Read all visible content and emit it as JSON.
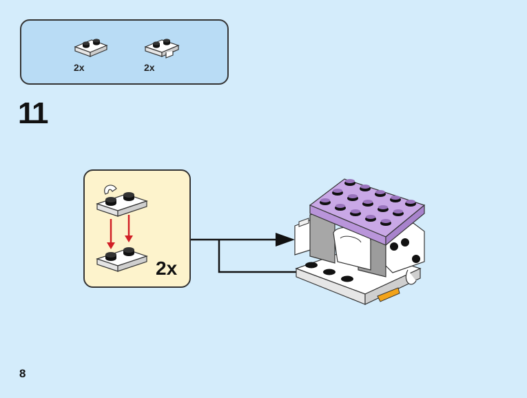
{
  "parts_list": {
    "items": [
      {
        "name": "plate-1x2-white",
        "quantity": "2x"
      },
      {
        "name": "plate-1x2-clip-white",
        "quantity": "2x"
      }
    ]
  },
  "step": {
    "number": "11"
  },
  "subassembly": {
    "quantity": "2x"
  },
  "page": {
    "number": "8"
  },
  "colors": {
    "background": "#d4ecfb",
    "parts_box": "#b9dcf5",
    "subassembly_box": "#fdf3cc",
    "lavender": "#c9a8e6",
    "arrow_red": "#d11f26"
  }
}
